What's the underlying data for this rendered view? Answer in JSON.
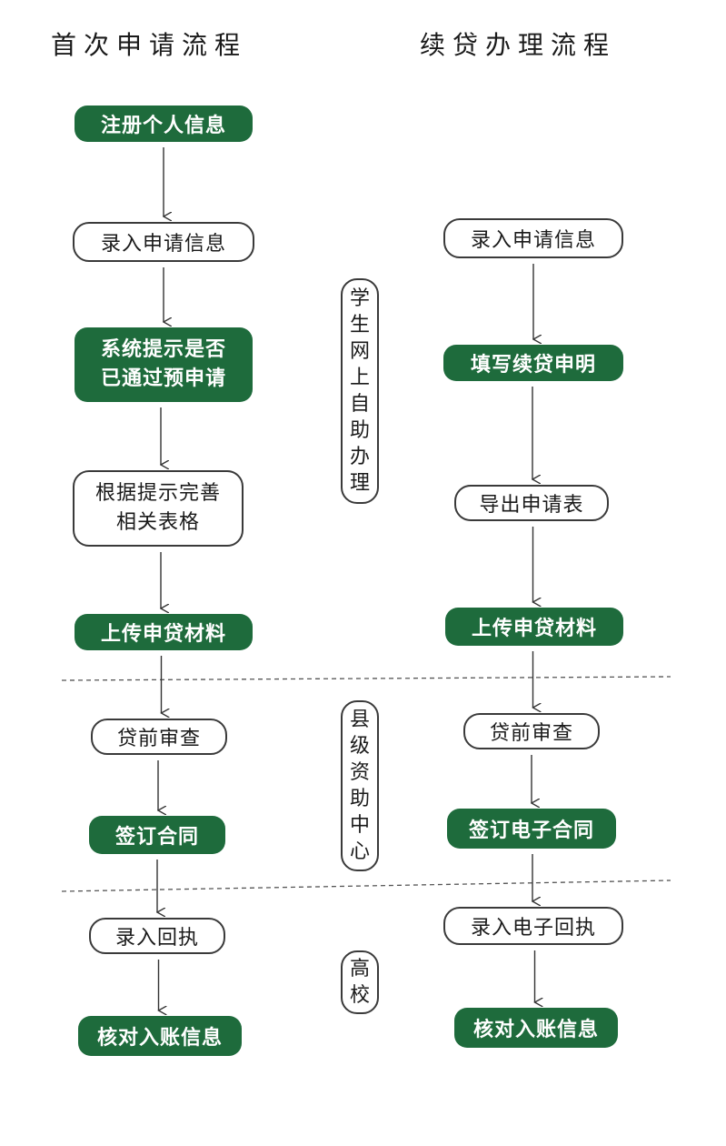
{
  "headings": {
    "left": "首次申请流程",
    "right": "续贷办理流程"
  },
  "left_flow": [
    "注册个人信息",
    "录入申请信息",
    "系统提示是否\n已通过预申请",
    "根据提示完善\n相关表格",
    "上传申贷材料",
    "贷前审查",
    "签订合同",
    "录入回执",
    "核对入账信息"
  ],
  "right_flow": [
    "录入申请信息",
    "填写续贷申明",
    "导出申请表",
    "上传申贷材料",
    "贷前审查",
    "签订电子合同",
    "录入电子回执",
    "核对入账信息"
  ],
  "stages": [
    "学生网上自助办理",
    "县级资助中心",
    "高校"
  ],
  "colors": {
    "green": "#1e6b3c",
    "outline": "#3a3a3a",
    "divider": "#555555"
  }
}
